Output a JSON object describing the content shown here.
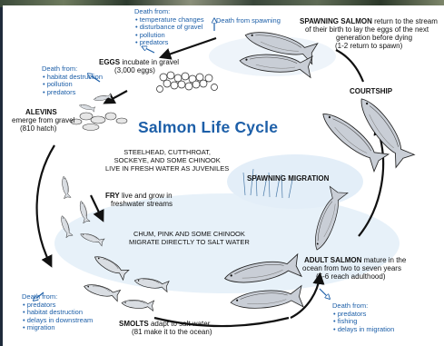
{
  "title": "Salmon Life Cycle",
  "stages": {
    "eggs": {
      "name": "EGGS",
      "desc": "incubate in gravel",
      "count": "(3,000 eggs)"
    },
    "alevins": {
      "name": "ALEVINS",
      "desc": "emerge from gravel",
      "count": "(810 hatch)"
    },
    "fry": {
      "name": "FRY",
      "desc_1": "live and grow in",
      "desc_2": "freshwater streams"
    },
    "smolts": {
      "name": "SMOLTS",
      "desc": "adapt to salt water",
      "count": "(81 make it to the ocean)"
    },
    "adult": {
      "name": "ADULT SALMON",
      "desc_1": "mature in the",
      "desc_2": "ocean from two to seven years",
      "desc_3": "(5-6 reach adulthood)"
    },
    "spawning_migration": {
      "name": "SPAWNING MIGRATION"
    },
    "courtship": {
      "name": "COURTSHIP"
    },
    "spawning": {
      "name": "SPAWNING SALMON",
      "desc_1": "return to the stream",
      "desc_2": "of their birth to lay the eggs of the next",
      "desc_3": "generation before dying",
      "desc_4": "(1-2 return to spawn)"
    }
  },
  "notes": {
    "freshwater_juveniles": [
      "STEELHEAD, CUTTHROAT,",
      "SOCKEYE, AND SOME CHINOOK",
      "LIVE IN FRESH WATER AS JUVENILES"
    ],
    "saltwater_direct": [
      "CHUM, PINK AND SOME CHINOOK",
      "MIGRATE DIRECTLY TO SALT WATER"
    ]
  },
  "deaths": {
    "eggs": {
      "heading": "Death from:",
      "items": [
        "temperature changes",
        "disturbance of gravel",
        "pollution",
        "predators"
      ]
    },
    "spawning": {
      "heading": "Death from spawning"
    },
    "alevins": {
      "heading": "Death from:",
      "items": [
        "habitat destruction",
        "pollution",
        "predators"
      ]
    },
    "smolts": {
      "heading": "Death from:",
      "items": [
        "predators",
        "habitat destruction",
        "delays in downstream",
        "migration"
      ]
    },
    "adult": {
      "heading": "Death from:",
      "items": [
        "predators",
        "fishing",
        "delays in migration"
      ]
    }
  },
  "colors": {
    "title_blue": "#1d5fa8",
    "arrow": "#111111",
    "water": "#cfe3f3"
  }
}
